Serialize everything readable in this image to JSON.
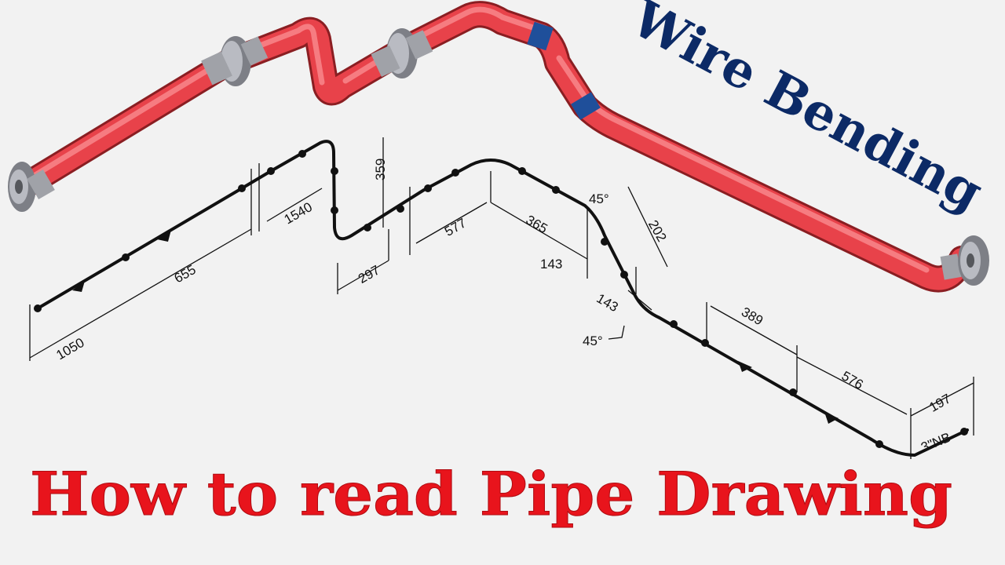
{
  "title": "How to read Pipe Drawing",
  "subtitle": "Wire Bending",
  "colors": {
    "pipe": "#e8424a",
    "pipe_highlight": "#f8868b",
    "flange": "#9a9ca4",
    "bend_band": "#1f4f9a",
    "title": "#e8141c",
    "subtitle": "#0c2a66",
    "drawing_line": "#111111"
  },
  "dimensions": {
    "d1050": "1050",
    "d655": "655",
    "d1540": "1540",
    "d359": "359",
    "d297": "297",
    "d577": "577",
    "d365": "365",
    "d143a": "143",
    "d143b": "143",
    "d202": "202",
    "a45top": "45°",
    "a45bottom": "45°",
    "d389": "389",
    "d576": "576",
    "d197": "197",
    "nb": "3\"NB"
  }
}
